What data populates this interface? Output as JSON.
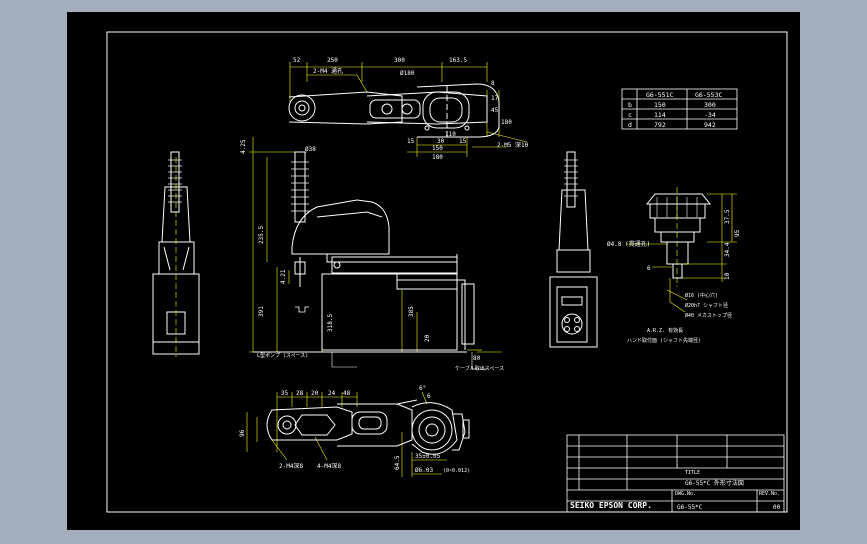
{
  "colors": {
    "window_bg": "#a3adbb",
    "sheet_bg": "#000000",
    "part_line": "#ffffff",
    "dimension_line": "#ffff00",
    "frame_line": "#ffffff"
  },
  "dimensions": {
    "top_view": [
      "52",
      "250",
      "300",
      "163.5",
      "2-M4 通孔",
      "Ø180",
      "15",
      "30",
      "150",
      "15",
      "180",
      "110",
      "2-M5 深10",
      "8",
      "17",
      "45",
      "180"
    ],
    "front_view": [
      "4.25",
      "Ø38",
      "235.5",
      "4.21",
      "391",
      "318.5",
      "385",
      "20",
      "80"
    ],
    "front_notes": [
      "L型ポンプ (スペース)",
      "ケーブル取出スペース"
    ],
    "side_view": [
      "37.5",
      "34.4",
      "95",
      "10",
      "Ø4.8 (貫通孔)",
      "6",
      "Ø20h7 シャフト径",
      "Ø40 メカストップ径",
      "Ø16 (中心穴)",
      "A.R.Z. 有効長",
      "ハンド取付面 (シャフト先端径)"
    ],
    "bottom_view": [
      "35",
      "28",
      "20",
      "24",
      "48",
      "96",
      "2-M4深8",
      "4-M4深8",
      "6°",
      "6",
      "64.5",
      "35±0.05",
      "Ø6.03",
      "(0~0.012)"
    ]
  },
  "spec_table": {
    "header": [
      "",
      "G6-551C",
      "G6-553C"
    ],
    "rows": [
      [
        "b",
        "150",
        "300"
      ],
      [
        "c",
        "114",
        "-34"
      ],
      [
        "d",
        "792",
        "942"
      ]
    ]
  },
  "title_block": {
    "title_label": "TITLE",
    "title": "G6-55*C 外形寸法図",
    "dwg_no_label": "DWG.No.",
    "rev_label": "REV.No.",
    "company": "SEIKO EPSON CORP.",
    "dwg_no": "G6-55*C",
    "rev": "00"
  }
}
